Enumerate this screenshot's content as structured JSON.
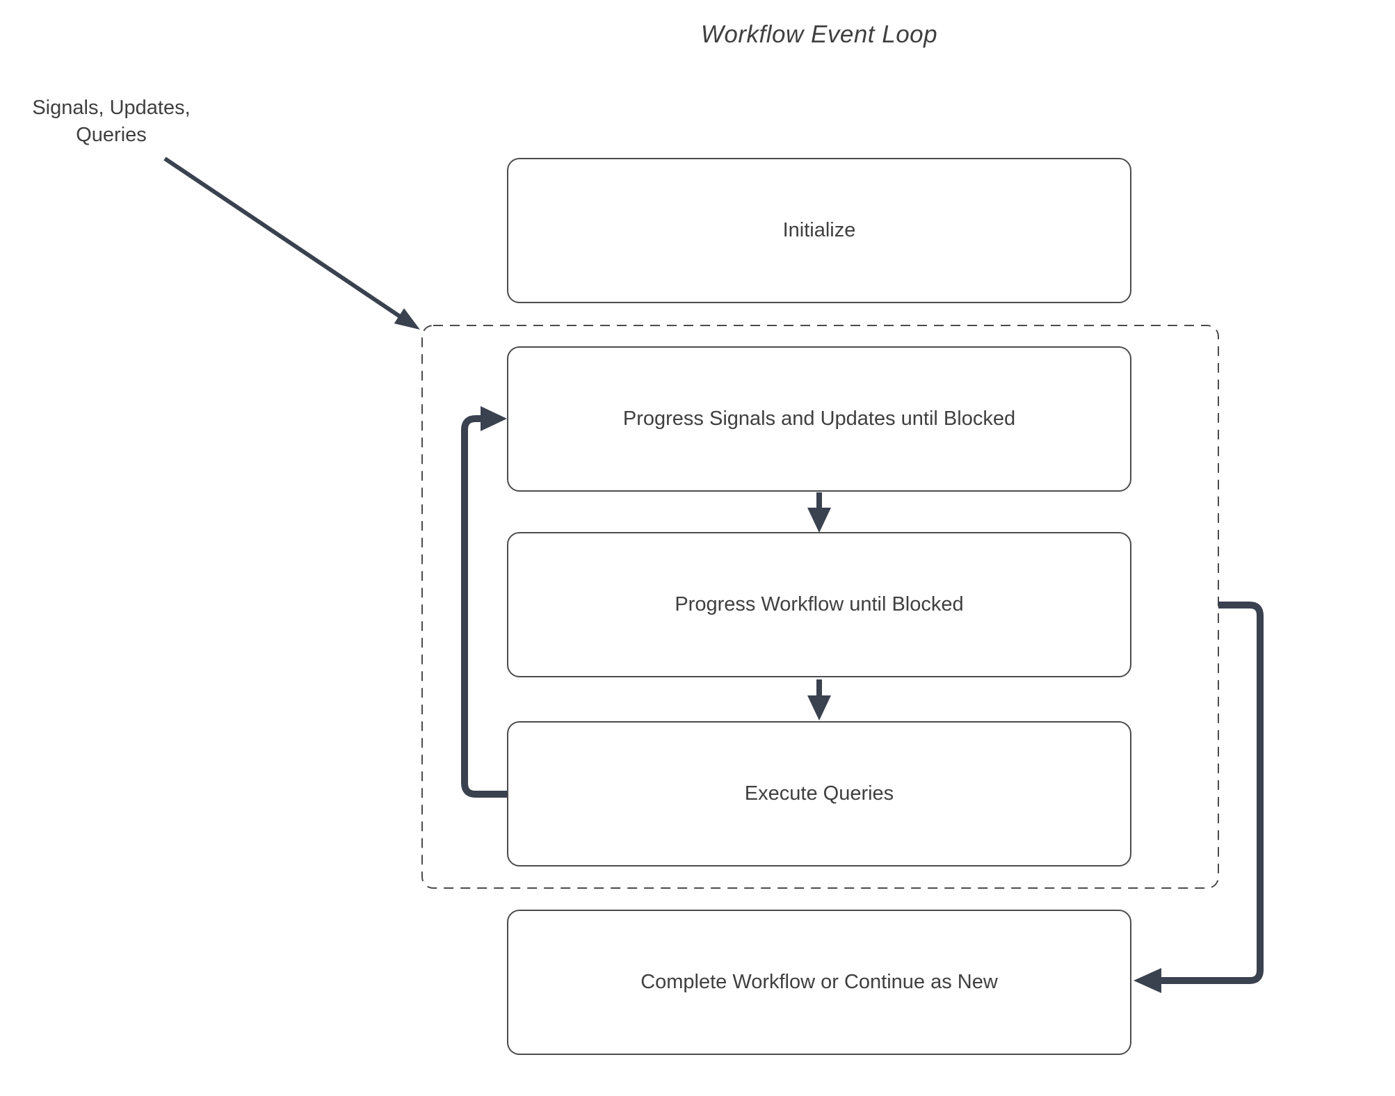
{
  "title": "Workflow Event Loop",
  "annotation": {
    "label": "Signals, Updates,\nQueries"
  },
  "nodes": [
    {
      "id": "initialize",
      "label": "Initialize"
    },
    {
      "id": "progress-signals-updates",
      "label": "Progress Signals and Updates until Blocked"
    },
    {
      "id": "progress-workflow",
      "label": "Progress Workflow until Blocked"
    },
    {
      "id": "execute-queries",
      "label": "Execute Queries"
    },
    {
      "id": "complete-or-continue",
      "label": "Complete Workflow or Continue as New"
    }
  ],
  "connectors": [
    {
      "name": "annotation-arrow",
      "from": "signals-updates-queries-label",
      "to": "event-loop-container"
    },
    {
      "name": "arrow-signals-to-workflow",
      "from": "progress-signals-updates",
      "to": "progress-workflow"
    },
    {
      "name": "arrow-workflow-to-queries",
      "from": "progress-workflow",
      "to": "execute-queries"
    },
    {
      "name": "loop-back-arrow",
      "from": "execute-queries",
      "to": "progress-signals-updates"
    },
    {
      "name": "exit-arrow",
      "from": "event-loop-container",
      "to": "complete-or-continue"
    }
  ],
  "colors": {
    "arrow": "#3a414f",
    "box_border": "#4b4b4b",
    "text": "#3f3f3f",
    "background": "#ffffff"
  }
}
